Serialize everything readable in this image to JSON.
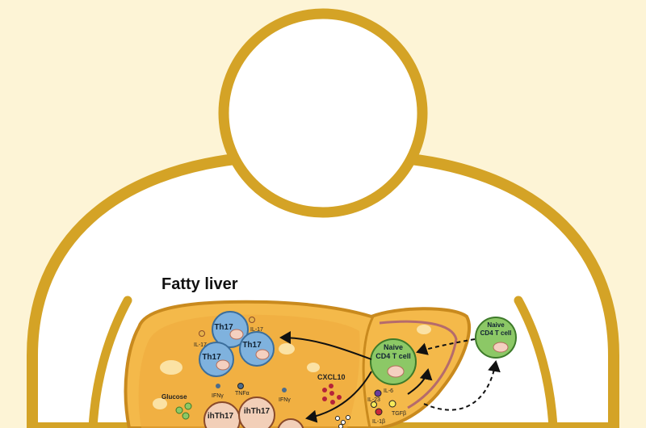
{
  "diagram": {
    "title": "Fatty liver",
    "cells": {
      "th17": "Th17",
      "ihth17": "ihTh17",
      "naive_line1": "Naive",
      "naive_line2": "CD4 T cell"
    },
    "labels": {
      "il17": "IL-17",
      "glucose": "Glucose",
      "ifng": "IFNγ",
      "tnfa": "TNFα",
      "cxcl10": "CXCL10",
      "il6": "IL-6",
      "il23": "IL-23",
      "il1b": "IL-1β",
      "tgfb": "TGFβ"
    },
    "colors": {
      "background": "#fdf4d6",
      "outline": "#d4a326",
      "liver_fill": "#f4b94a",
      "liver_edge": "#c98a1e",
      "th17_cell": "#7fb2de",
      "naive_cell": "#8cc866",
      "ihth17_cell": "#f2cfb8",
      "cxcl10_dot": "#b5233a"
    }
  }
}
